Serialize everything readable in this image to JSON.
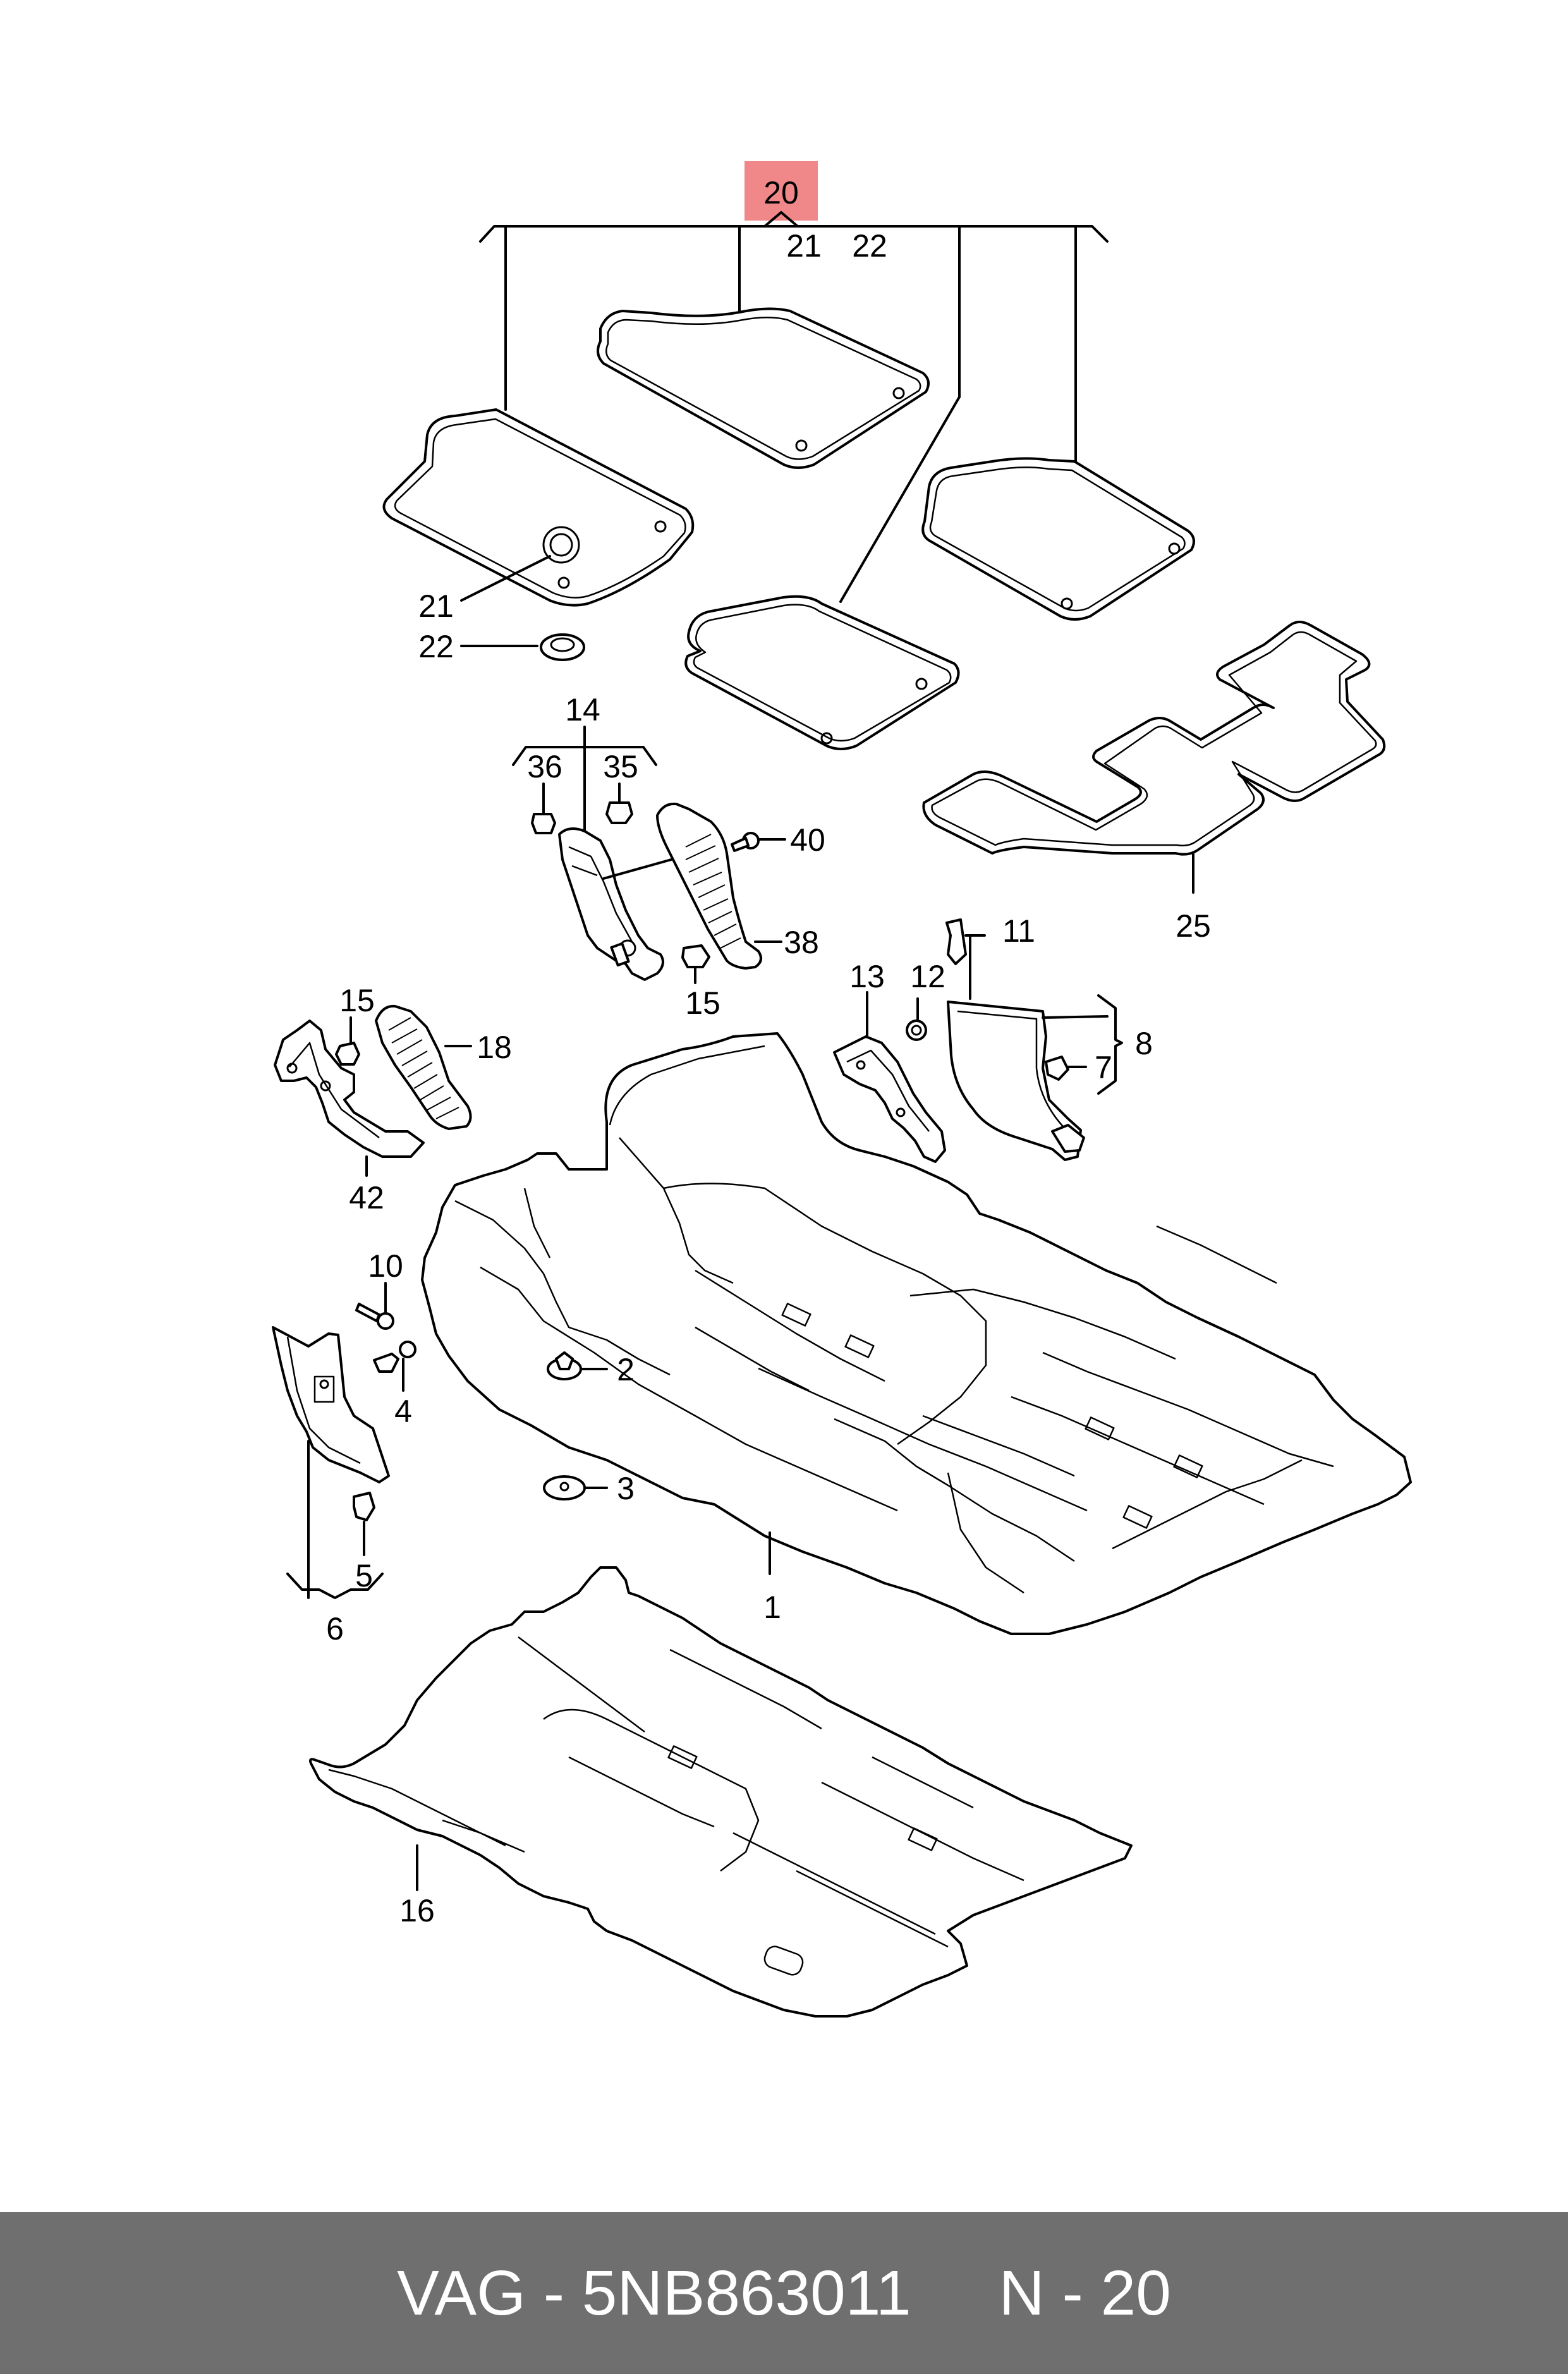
{
  "callouts": {
    "c20": "20",
    "c21_top": "21",
    "c22_top": "22",
    "c21": "21",
    "c22": "22",
    "c14": "14",
    "c36": "36",
    "c35": "35",
    "c40": "40",
    "c38": "38",
    "c15_a": "15",
    "c15_b": "15",
    "c18": "18",
    "c42": "42",
    "c11": "11",
    "c12": "12",
    "c13": "13",
    "c8": "8",
    "c7": "7",
    "c25": "25",
    "c10": "10",
    "c4": "4",
    "c2": "2",
    "c3": "3",
    "c1": "1",
    "c5": "5",
    "c6": "6",
    "c16": "16"
  },
  "highlight": {
    "part": "20",
    "color": "#f0888a"
  },
  "footer": {
    "brand": "VAG",
    "separator": " - ",
    "part_number": "5NB863011",
    "gap": "     ",
    "ref": "N - 20"
  }
}
